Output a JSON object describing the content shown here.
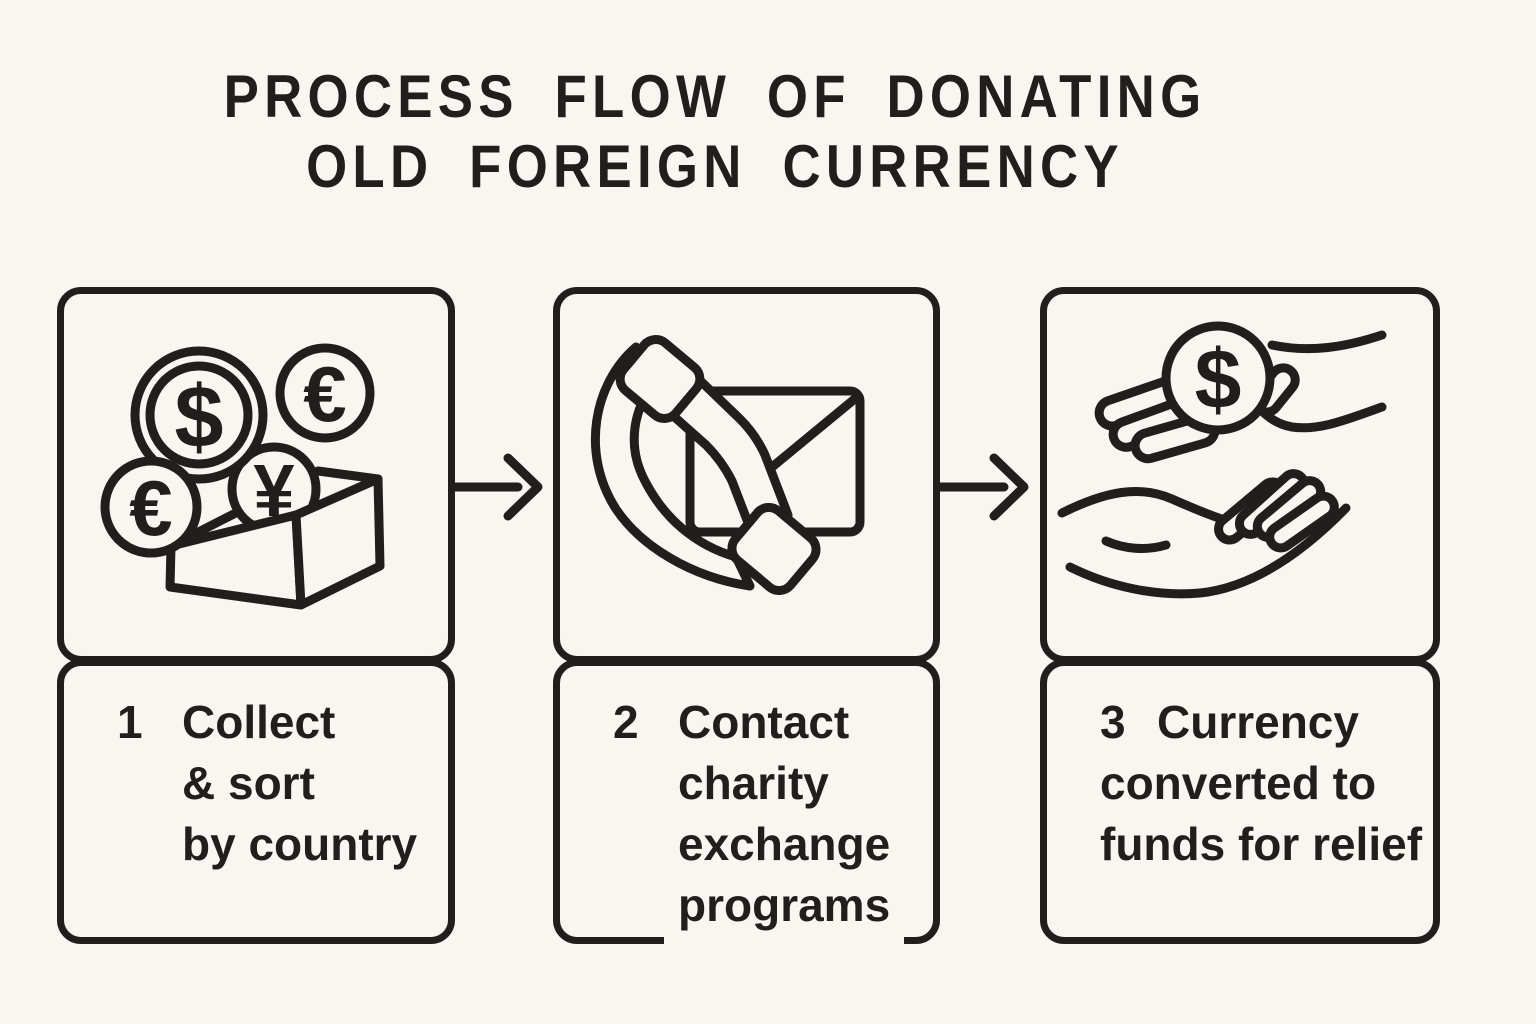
{
  "title": {
    "line1": "PROCESS FLOW OF DONATING",
    "line2": "OLD FOREIGN CURRENCY"
  },
  "steps": [
    {
      "number": "1",
      "lines": [
        "Collect",
        "& sort",
        "by country"
      ],
      "icon": "coins-box-icon"
    },
    {
      "number": "2",
      "lines": [
        "Contact",
        "charity",
        "exchange",
        "programs"
      ],
      "icon": "phone-envelope-icon"
    },
    {
      "number": "3",
      "lines": [
        "Currency",
        "converted to",
        "funds for relief"
      ],
      "icon": "hands-coin-icon"
    }
  ],
  "icons": {
    "currency_symbols": {
      "dollar": "$",
      "euro": "€",
      "yen": "¥"
    },
    "flow_arrow": "right-arrow"
  },
  "colors": {
    "background": "#f8f6f0",
    "ink": "#211f1b"
  }
}
